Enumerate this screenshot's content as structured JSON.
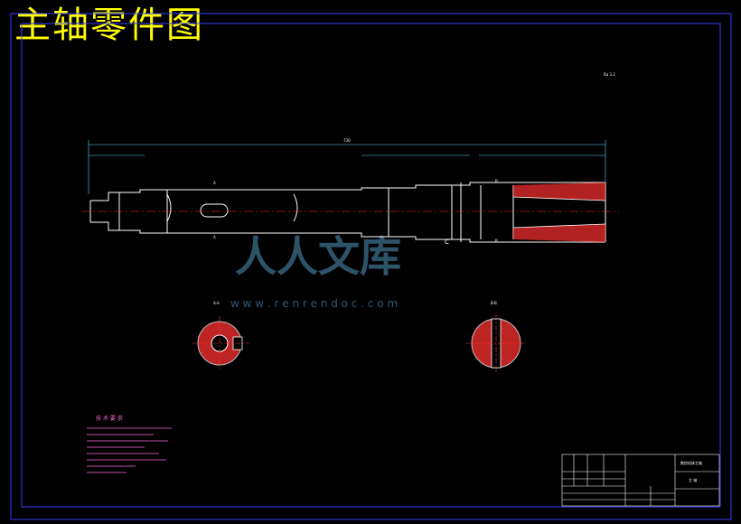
{
  "title": "主轴零件图",
  "watermark": {
    "brand": "人人文库",
    "url": "w w w . r e n r e n d o c . c o m"
  },
  "drawing": {
    "overall_length": "730",
    "section_labels": {
      "a": "A",
      "b": "B",
      "aa": "A-A",
      "bb": "B-B",
      "c": "C"
    },
    "tech_requirements_title": "技 术 要 求"
  },
  "title_block": {
    "part_name": "主 轴",
    "institution": "数控机床主轴"
  },
  "colors": {
    "background": "#000000",
    "border": "#3b3bff",
    "outline": "#ffffff",
    "centerline": "#ff3030",
    "dimension": "#5fd3ff",
    "title": "#ffff00",
    "hatch": "#ff3030"
  }
}
